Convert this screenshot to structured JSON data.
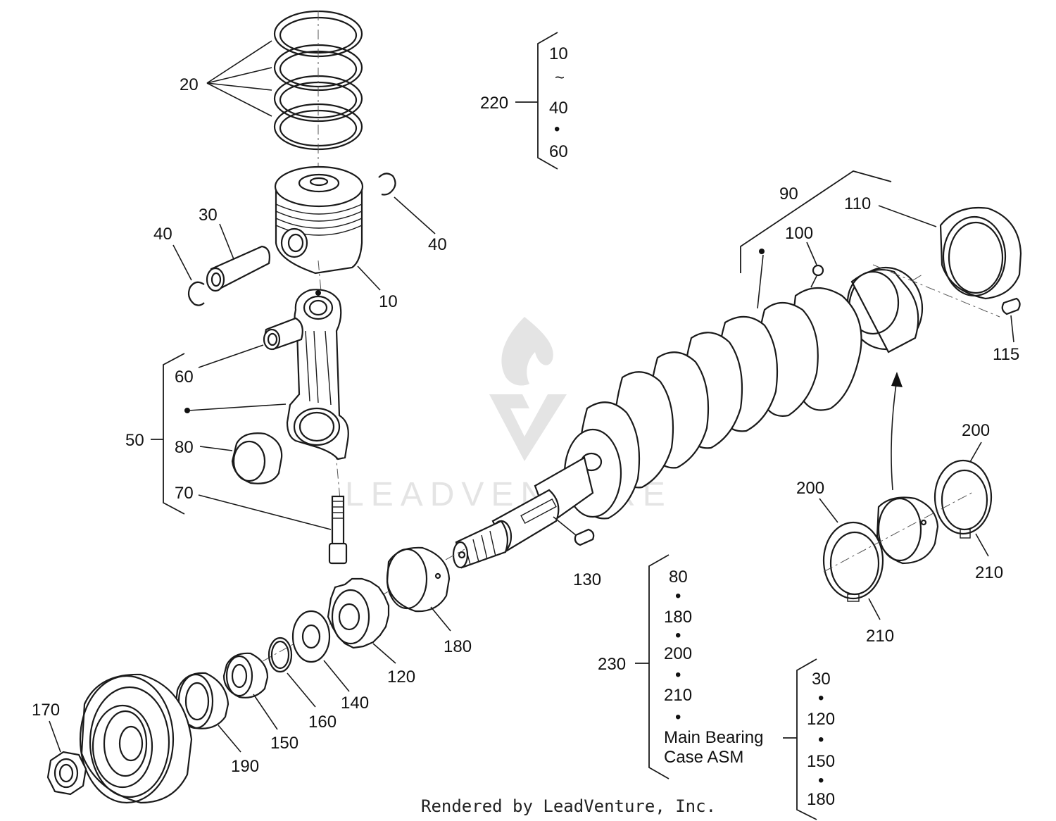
{
  "diagram": {
    "callouts": {
      "rings": "20",
      "pin": "30",
      "clip_left": "40",
      "clip_right": "40",
      "piston": "10",
      "bushing": "60",
      "conrod_asm": "50",
      "bearing_rod": "80",
      "bolt": "70",
      "crankshaft": "90",
      "plug": "100",
      "bearing_rear": "110",
      "pin_rear": "115",
      "key": "130",
      "bearing_front": "180",
      "gear": "120",
      "collar": "140",
      "oring": "160",
      "spacer": "150",
      "seal": "190",
      "pulley": "170",
      "thrust_upper": "200",
      "thrust_left": "200",
      "thrust_upper_b": "210",
      "thrust_lower_b": "210",
      "kit_220": "220",
      "kit_230": "230"
    },
    "bracket_220": [
      "10",
      "~",
      "40",
      "•",
      "60"
    ],
    "bracket_230": [
      "80",
      "•",
      "180",
      "•",
      "200",
      "•",
      "210",
      "•"
    ],
    "main_bearing_label_1": "Main Bearing",
    "main_bearing_label_2": "Case ASM",
    "bracket_mbc": [
      "30",
      "•",
      "120",
      "•",
      "150",
      "•",
      "180"
    ],
    "watermark": "LEADVENTURE",
    "footer": "Rendered by LeadVenture, Inc."
  }
}
